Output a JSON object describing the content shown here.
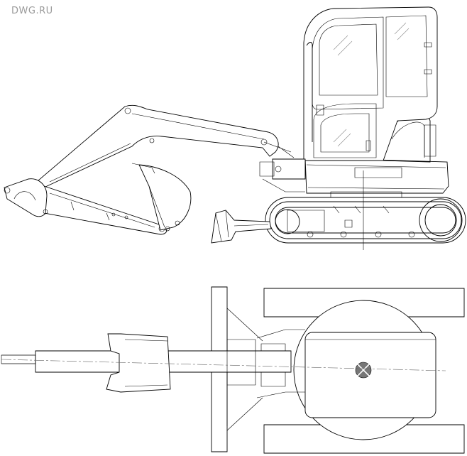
{
  "watermark": {
    "text": "DWG.RU",
    "color": "#9a9a9a"
  },
  "drawing": {
    "views": [
      "side-elevation",
      "plan-top"
    ],
    "line_color": "#000000",
    "center_marker_color": "#777777"
  }
}
